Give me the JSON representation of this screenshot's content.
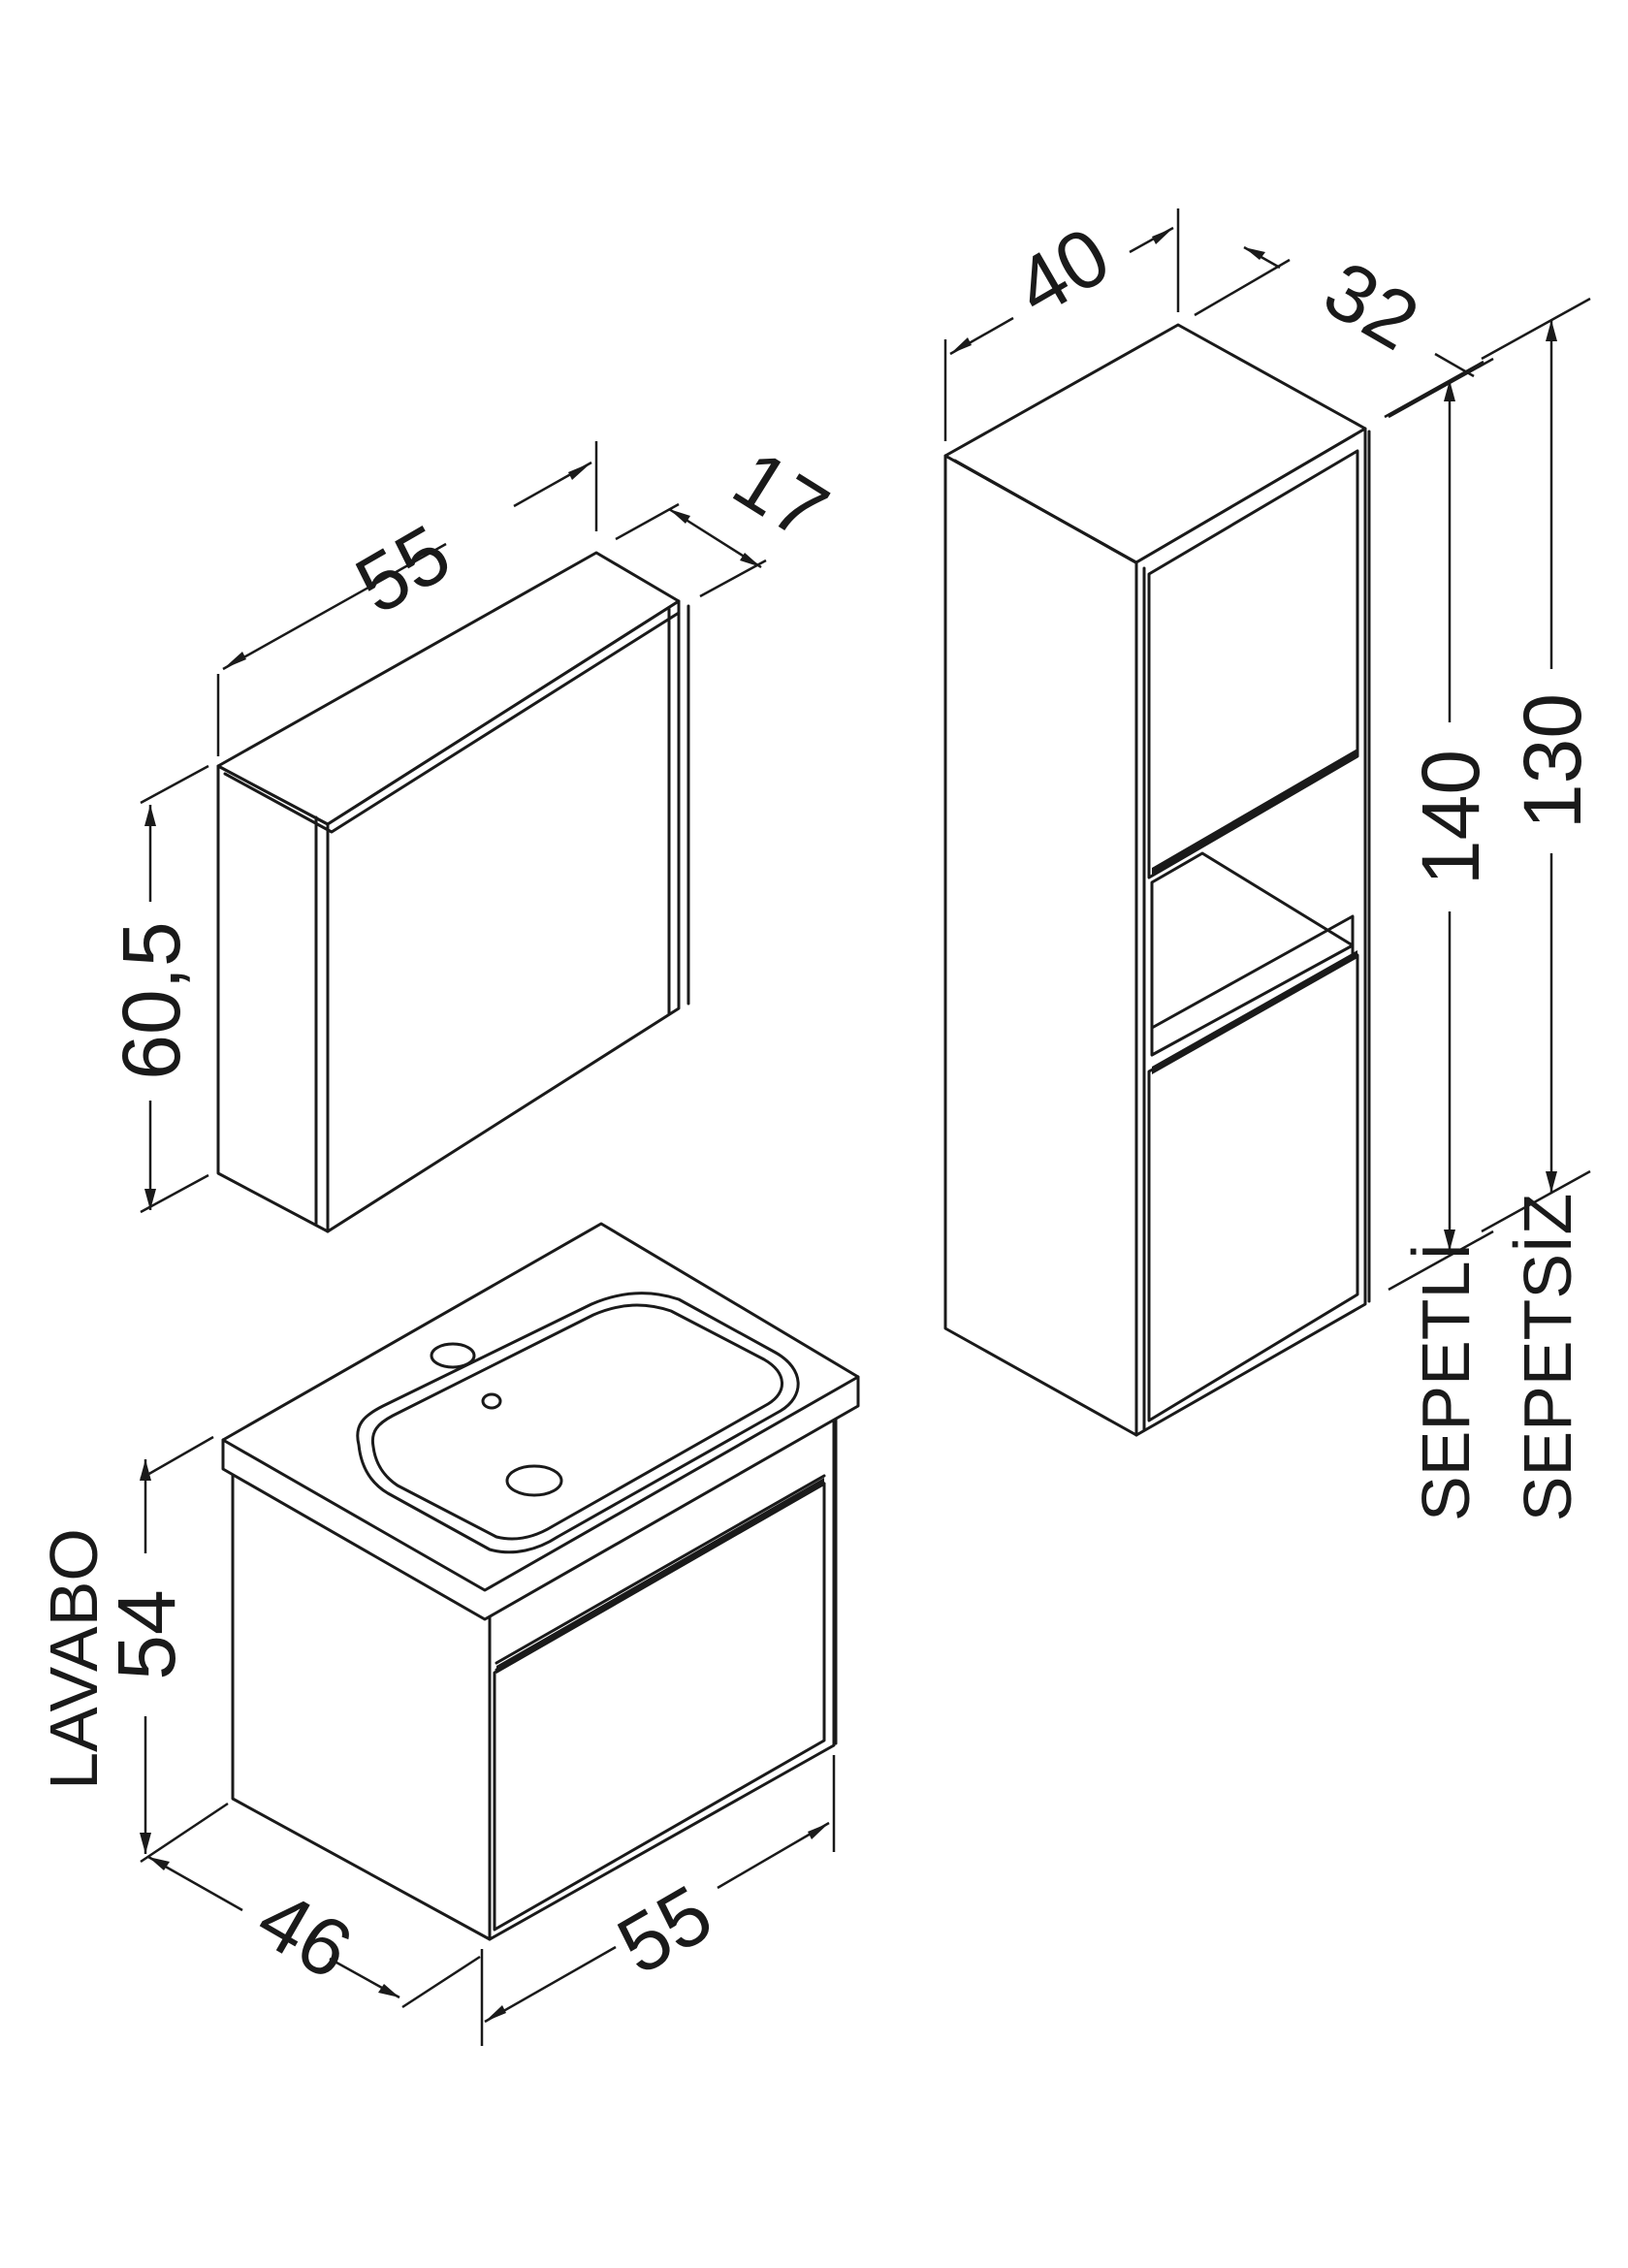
{
  "mirror_cabinet": {
    "width": "55",
    "depth": "17",
    "height": "60,5"
  },
  "vanity": {
    "label": "LAVABO",
    "height": "54",
    "depth": "46",
    "width": "55"
  },
  "tall_cabinet": {
    "width": "40",
    "depth": "32",
    "height_basket": "140",
    "height_no_basket": "130",
    "basket_label": "SEPETLİ",
    "no_basket_label": "SEPETSİZ"
  }
}
